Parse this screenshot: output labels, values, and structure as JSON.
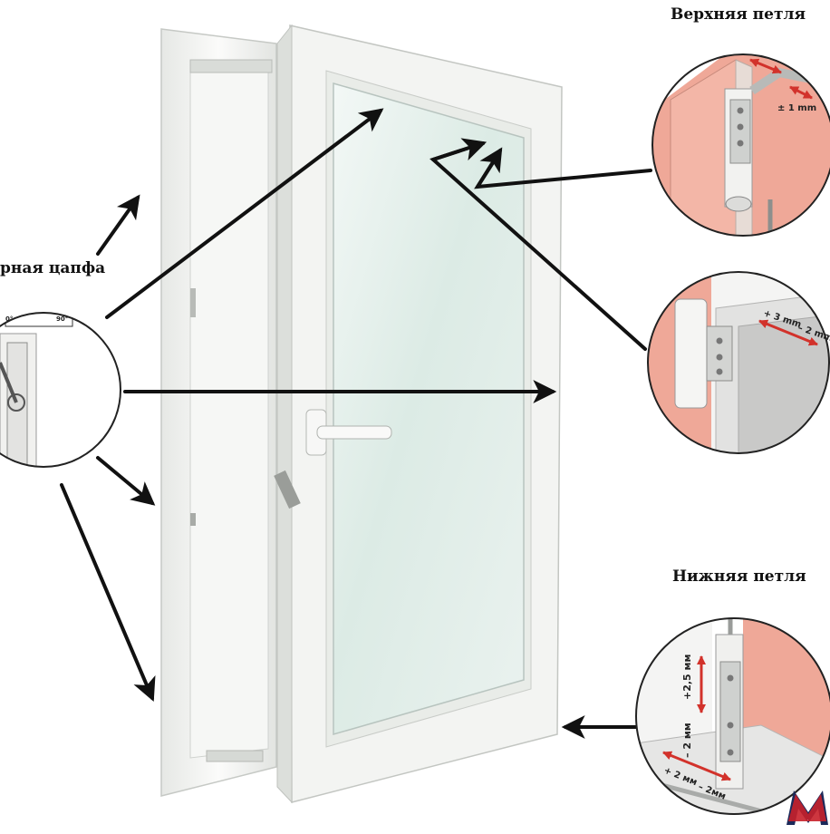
{
  "labels": {
    "top_hinge": "Верхняя петля",
    "bottom_hinge": "Нижняя петля",
    "trunnion": "рная цапфа"
  },
  "top_hinge_detail": {
    "adjust": "± 1 mm"
  },
  "middle_detail": {
    "adjust_plus": "+ 3 mm",
    "adjust_minus": "– 2 mm"
  },
  "bottom_hinge_detail": {
    "vertical_plus": "+2,5 мм",
    "vertical_minus": "– 2 мм",
    "horizontal_plus": "+ 2 мм",
    "horizontal_minus": "– 2мм"
  },
  "trunnion_detail": {
    "angle_left": "0°",
    "angle_right": "90°"
  },
  "colors": {
    "accent_red": "#d2322b",
    "wall_pink": "#efa898",
    "frame_white": "#f4f5f3",
    "glass": "#e2eee9",
    "arrow": "#111111",
    "logo_red": "#c8202a",
    "logo_navy": "#1c2a5a"
  },
  "logo": {
    "letter": "M"
  }
}
